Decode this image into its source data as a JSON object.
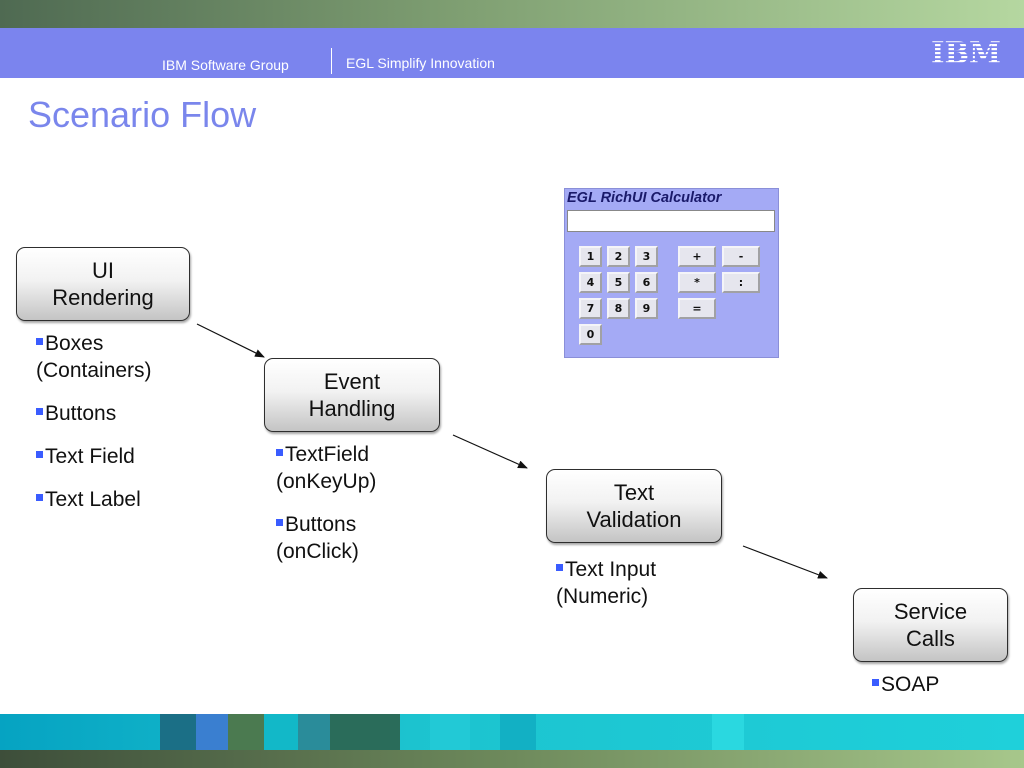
{
  "header": {
    "group": "IBM Software Group",
    "tagline": "EGL Simplify Innovation",
    "logo": "IBM"
  },
  "title": "Scenario Flow",
  "steps": [
    {
      "lines": [
        "UI",
        "Rendering"
      ],
      "bullets": [
        "Boxes (Containers)",
        "Buttons",
        "Text Field",
        "Text Label"
      ]
    },
    {
      "lines": [
        "Event",
        "Handling"
      ],
      "bullets": [
        "TextField (onKeyUp)",
        "Buttons (onClick)"
      ]
    },
    {
      "lines": [
        "Text",
        "Validation"
      ],
      "bullets": [
        "Text Input (Numeric)"
      ]
    },
    {
      "lines": [
        "Service",
        "Calls"
      ],
      "bullets": [
        "SOAP"
      ]
    }
  ],
  "calculator": {
    "title": "EGL RichUI Calculator",
    "keys": [
      "1",
      "2",
      "3",
      "4",
      "5",
      "6",
      "7",
      "8",
      "9",
      "0"
    ],
    "ops": [
      "+",
      "-",
      "*",
      ":",
      "="
    ]
  },
  "colors": {
    "header": "#7b84ee",
    "title": "#7a86ec",
    "bullet": "#3a5cff",
    "bottom": "#1fd0da"
  }
}
